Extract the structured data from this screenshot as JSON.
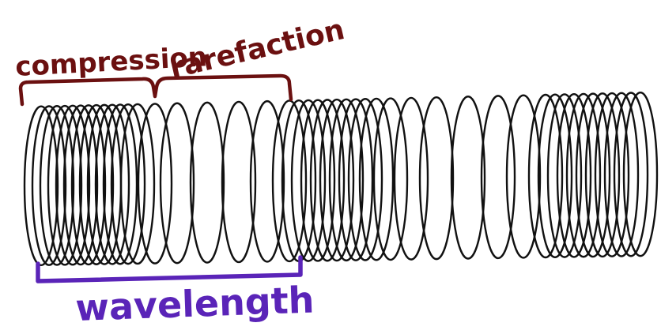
{
  "labels": {
    "compression": "compression",
    "rarefaction": "rarefaction",
    "wavelength": "wavelength"
  },
  "colors": {
    "coil": "#111111",
    "bracket": "#6b1010",
    "bracket_text": "#6b1010",
    "wavelength": "#5a24b8"
  }
}
